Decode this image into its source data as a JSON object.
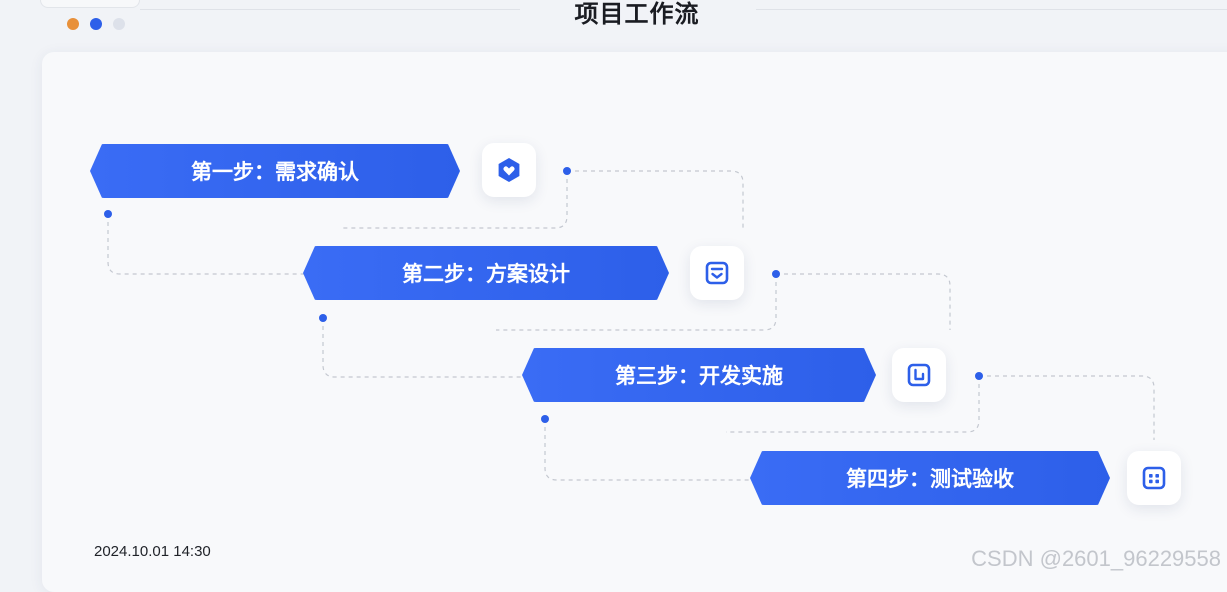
{
  "header": {
    "title": "项目工作流"
  },
  "window_controls": {
    "dot_colors": [
      "#e8903a",
      "#2d5fe9",
      "#dde1ea"
    ]
  },
  "workflow": {
    "steps": [
      {
        "label": "第一步：需求确认",
        "icon": "hexagon-heart-icon"
      },
      {
        "label": "第二步：方案设计",
        "icon": "document-chevron-icon"
      },
      {
        "label": "第三步：开发实施",
        "icon": "corner-bracket-icon"
      },
      {
        "label": "第四步：测试验收",
        "icon": "grid-dots-icon"
      }
    ]
  },
  "footer": {
    "timestamp": "2024.10.01 14:30",
    "watermark": "CSDN @2601_96229558"
  },
  "colors": {
    "accent": "#2d5fe9",
    "connector": "#c4c8d0"
  }
}
